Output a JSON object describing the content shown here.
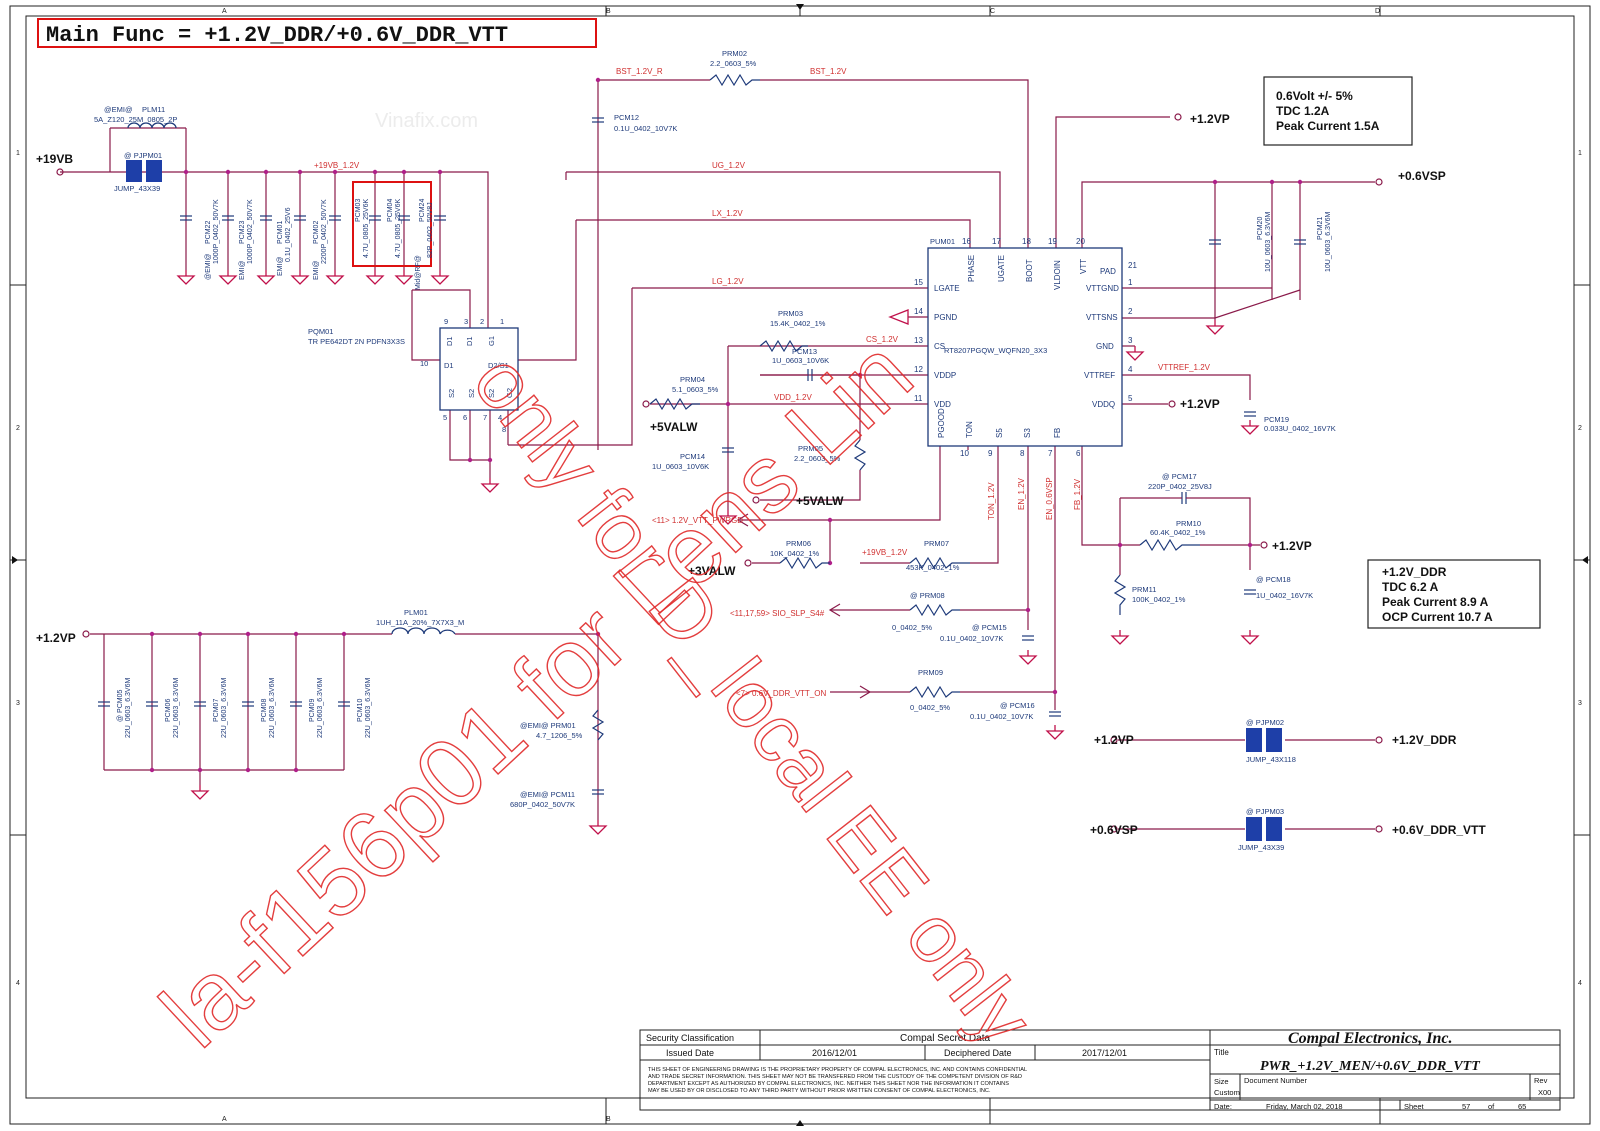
{
  "header": {
    "main_func": "Main Func = +1.2V_DDR/+0.6V_DDR_VTT",
    "border_cols": [
      "A",
      "B",
      "C",
      "D"
    ],
    "border_rows": [
      "1",
      "2",
      "3",
      "4"
    ]
  },
  "watermarks": {
    "vinafix": "Vinafix.com",
    "diagonal_1": "la-f156p01 for Lens Lin",
    "diagonal_2": "only for D_local EE only"
  },
  "nets": {
    "p19vb": "+19VB",
    "p19vb_12v": "+19VB_1.2V",
    "p19vb_12v_b": "+19VB_1.2V",
    "bst_12v_r": "BST_1.2V_R",
    "bst_12v": "BST_1.2V",
    "ug_12v": "UG_1.2V",
    "lx_12v": "LX_1.2V",
    "lg_12v": "LG_1.2V",
    "cs_12v": "CS_1.2V",
    "vdd_12v": "VDD_1.2V",
    "vttref_12v": "VTTREF_1.2V",
    "p12vp_top": "+1.2VP",
    "p06vsp_top": "+0.6VSP",
    "p12vp_vddq": "+1.2VP",
    "p12vp_fb": "+1.2VP",
    "p5valw_1": "+5VALW",
    "p5valw_2": "+5VALW",
    "p3valw": "+3VALW",
    "p12vp_left": "+1.2VP",
    "ton_12v": "TON_1.2V",
    "en_12v": "EN_1.2V",
    "en_06vsp": "EN_0.6VSP",
    "fb_12v": "FB_1.2V",
    "pwrgd": "<11> 1.2V_VTT_PWRGD",
    "sio": "<11,17,59> SIO_SLP_S4#",
    "ddr_vtt_on": "<7> 0.6V_DDR_VTT_ON",
    "p12vp_j2": "+1.2VP",
    "p12v_ddr": "+1.2V_DDR",
    "p06vsp_j3": "+0.6VSP",
    "p06v_ddr_vtt": "+0.6V_DDR_VTT"
  },
  "spec_boxes": {
    "vtt": {
      "line1": "0.6Volt +/- 5%",
      "line2": "TDC 1.2A",
      "line3": "Peak Current 1.5A"
    },
    "ddr": {
      "line1": "+1.2V_DDR",
      "line2": "TDC 6.2 A",
      "line3": "Peak Current  8.9 A",
      "line4": "OCP Current 10.7 A"
    }
  },
  "components": {
    "plm11": {
      "opt": "@EMI@",
      "ref": "PLM11",
      "val": "5A_Z120_25M_0805_2P"
    },
    "pjpm01": {
      "ref": "@ PJPM01",
      "val": "JUMP_43X39"
    },
    "prm02": {
      "ref": "PRM02",
      "val": "2.2_0603_5%"
    },
    "pcm12": {
      "ref": "PCM12",
      "val": "0.1U_0402_10V7K"
    },
    "pcm22": {
      "ref": "PCM22",
      "val": "1000P_0402_50V7K",
      "opt": "@EMI@"
    },
    "pcm23": {
      "ref": "PCM23",
      "val": "1000P_0402_50V7K",
      "opt": "EMI@"
    },
    "pcm01": {
      "ref": "PCM01",
      "val": "0.1U_0402_25V6",
      "opt": "EMI@"
    },
    "pcm02": {
      "ref": "PCM02",
      "val": "2200P_0402_50V7K",
      "opt": "EMI@"
    },
    "pcm03": {
      "ref": "PCM03",
      "val": "4.7U_0805_25V6K"
    },
    "pcm04": {
      "ref": "PCM04",
      "val": "4.7U_0805_25V6K"
    },
    "pcm24": {
      "ref": "PCM24",
      "val": "82P_0402_50V8J",
      "opt": "Mid@RF@"
    },
    "pqm01": {
      "ref": "PQM01",
      "val": "TR PE642DT 2N PDFN3X3S"
    },
    "prm03": {
      "ref": "PRM03",
      "val": "15.4K_0402_1%"
    },
    "pcm13": {
      "ref": "PCM13",
      "val": "1U_0603_10V6K"
    },
    "prm04": {
      "ref": "PRM04",
      "val": "5.1_0603_5%"
    },
    "pcm14": {
      "ref": "PCM14",
      "val": "1U_0603_10V6K"
    },
    "prm05": {
      "ref": "PRM05",
      "val": "2.2_0603_5%"
    },
    "pum01": {
      "ref": "PUM01",
      "val": "RT8207PGQW_WQFN20_3X3"
    },
    "pcm20": {
      "ref": "PCM20",
      "val": "10U_0603_6.3V6M"
    },
    "pcm21": {
      "ref": "PCM21",
      "val": "10U_0603_6.3V6M"
    },
    "pcm19": {
      "ref": "PCM19",
      "val": "0.033U_0402_16V7K"
    },
    "pcm17": {
      "ref": "@ PCM17",
      "val": "220P_0402_25V8J"
    },
    "prm10": {
      "ref": "PRM10",
      "val": "60.4K_0402_1%"
    },
    "prm11": {
      "ref": "PRM11",
      "val": "100K_0402_1%"
    },
    "pcm18": {
      "ref": "@ PCM18",
      "val": "1U_0402_16V7K"
    },
    "prm06": {
      "ref": "PRM06",
      "val": "10K_0402_1%"
    },
    "prm07": {
      "ref": "PRM07",
      "val": "453K_0402_1%"
    },
    "prm08": {
      "ref": "@ PRM08",
      "val": "0_0402_5%"
    },
    "pcm15": {
      "ref": "@ PCM15",
      "val": "0.1U_0402_10V7K"
    },
    "prm09": {
      "ref": "PRM09",
      "val": "0_0402_5%"
    },
    "pcm16": {
      "ref": "@ PCM16",
      "val": "0.1U_0402_10V7K"
    },
    "plm01": {
      "ref": "PLM01",
      "val": "1UH_11A_20%_7X7X3_M"
    },
    "pcm05": {
      "ref": "@ PCM05",
      "val": "22U_0603_6.3V6M"
    },
    "pcm06": {
      "ref": "PCM06",
      "val": "22U_0603_6.3V6M"
    },
    "pcm07": {
      "ref": "PCM07",
      "val": "22U_0603_6.3V6M"
    },
    "pcm08": {
      "ref": "PCM08",
      "val": "22U_0603_6.3V6M"
    },
    "pcm09": {
      "ref": "PCM09",
      "val": "22U_0603_6.3V6M"
    },
    "pcm10": {
      "ref": "PCM10",
      "val": "22U_0603_6.3V6M"
    },
    "prm01": {
      "ref": "@EMI@  PRM01",
      "val": "4.7_1206_5%"
    },
    "pcm11": {
      "ref": "@EMI@  PCM11",
      "val": "680P_0402_50V7K"
    },
    "pjpm02": {
      "ref": "@ PJPM02",
      "val": "JUMP_43X118"
    },
    "pjpm03": {
      "ref": "@ PJPM03",
      "val": "JUMP_43X39"
    }
  },
  "ic_pins": {
    "left": [
      {
        "num": "15",
        "name": "LGATE"
      },
      {
        "num": "14",
        "name": "PGND"
      },
      {
        "num": "13",
        "name": "CS"
      },
      {
        "num": "12",
        "name": "VDDP"
      },
      {
        "num": "11",
        "name": "VDD"
      }
    ],
    "top": [
      {
        "num": "16",
        "name": "PHASE"
      },
      {
        "num": "17",
        "name": "UGATE"
      },
      {
        "num": "18",
        "name": "BOOT"
      },
      {
        "num": "19",
        "name": "VLDOIN"
      },
      {
        "num": "20",
        "name": "VTT"
      }
    ],
    "right": [
      {
        "num": "21",
        "name": "PAD"
      },
      {
        "num": "1",
        "name": "VTTGND"
      },
      {
        "num": "2",
        "name": "VTTSNS"
      },
      {
        "num": "3",
        "name": "GND"
      },
      {
        "num": "4",
        "name": "VTTREF"
      },
      {
        "num": "5",
        "name": "VDDQ"
      }
    ],
    "bottom": [
      {
        "num": "10",
        "name": "PGOOD"
      },
      {
        "num": "9",
        "name": "TON"
      },
      {
        "num": "8",
        "name": "S5"
      },
      {
        "num": "7",
        "name": "S3"
      },
      {
        "num": "6",
        "name": "FB"
      }
    ]
  },
  "mosfet_pins": {
    "d1a": "D1",
    "d1b": "D1",
    "g1": "G1",
    "d1c": "D1",
    "d2s1": "D2/S1",
    "s2a": "S2",
    "s2b": "S2",
    "s2c": "S2",
    "g2": "G2",
    "n9": "9",
    "n3": "3",
    "n2": "2",
    "n1": "1",
    "n10": "10",
    "n5": "5",
    "n6": "6",
    "n7": "7",
    "n4": "4",
    "n8": "8"
  },
  "title_block": {
    "security_label": "Security Classification",
    "security_value": "Compal Secret Data",
    "issued_label": "Issued Date",
    "issued_value": "2016/12/01",
    "deciphered_label": "Deciphered Date",
    "deciphered_value": "2017/12/01",
    "company": "Compal Electronics, Inc.",
    "title_label": "Title",
    "title_value": "PWR_+1.2V_MEN/+0.6V_DDR_VTT",
    "disclaimer_1": "THIS SHEET OF ENGINEERING DRAWING IS THE PROPRIETARY PROPERTY OF COMPAL ELECTRONICS, INC. AND CONTAINS CONFIDENTIAL",
    "disclaimer_2": "AND TRADE SECRET INFORMATION. THIS SHEET MAY NOT BE TRANSFERED FROM THE CUSTODY OF THE COMPETENT DIVISION OF R&D",
    "disclaimer_3": "DEPARTMENT EXCEPT AS AUTHORIZED BY COMPAL ELECTRONICS, INC. NEITHER THIS SHEET NOR THE INFORMATION IT CONTAINS",
    "disclaimer_4": "MAY BE USED BY OR DISCLOSED TO ANY THIRD PARTY WITHOUT PRIOR WRITTEN CONSENT OF COMPAL ELECTRONICS, INC.",
    "size_label": "Size",
    "size_value": "Custom",
    "docnum_label": "Document Number",
    "rev_label": "Rev",
    "rev_value": "X00",
    "date_label": "Date:",
    "date_value": "Friday, March 02, 2018",
    "sheet_label": "Sheet",
    "sheet_num": "57",
    "of_label": "of",
    "sheet_total": "65"
  },
  "colors": {
    "wire": "#8a1a4a",
    "netlabel": "#d03030",
    "component": "#1e3a7a",
    "ground": "#c0104a",
    "jumper": "#1e3fa8",
    "junction": "#b0208a",
    "highlight": "#dd1111",
    "watermark": "#e02a2a"
  }
}
